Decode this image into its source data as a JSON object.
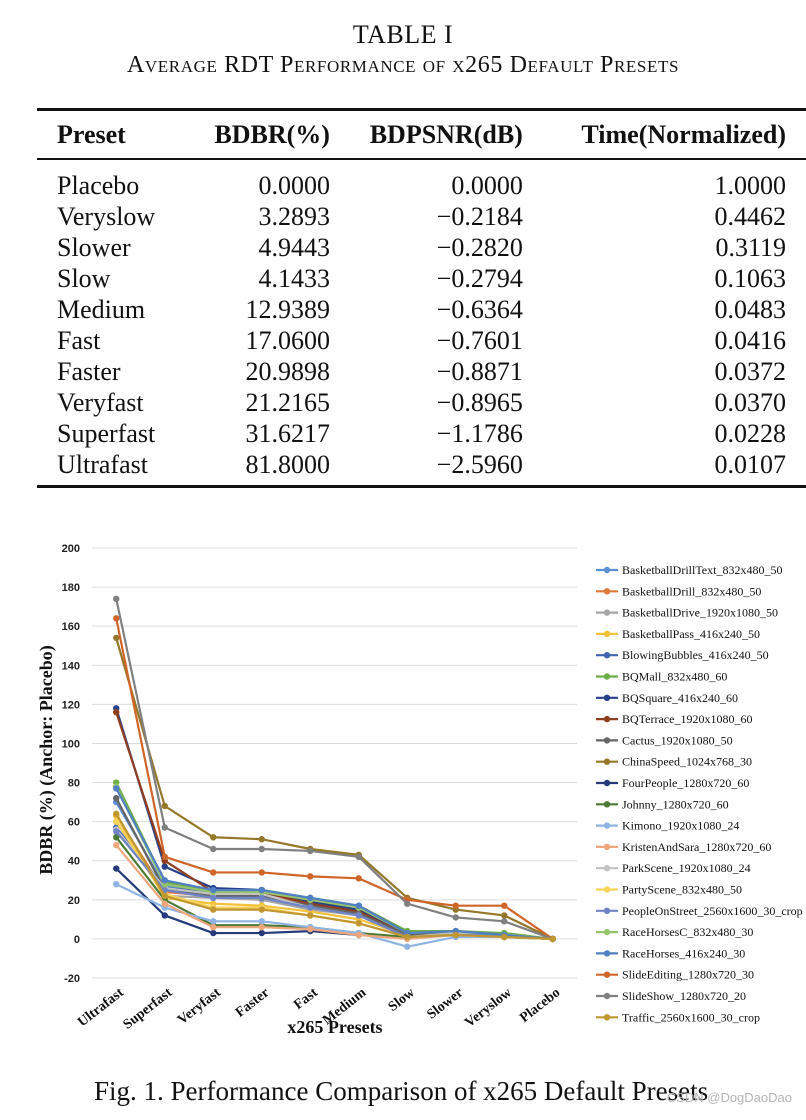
{
  "table": {
    "label": "TABLE I",
    "title": "Average RDT Performance of x265 Default Presets",
    "headers": [
      "Preset",
      "BDBR(%)",
      "BDPSNR(dB)",
      "Time(Normalized)"
    ],
    "rows": [
      [
        "Placebo",
        "0.0000",
        "0.0000",
        "1.0000"
      ],
      [
        "Veryslow",
        "3.2893",
        "−0.2184",
        "0.4462"
      ],
      [
        "Slower",
        "4.9443",
        "−0.2820",
        "0.3119"
      ],
      [
        "Slow",
        "4.1433",
        "−0.2794",
        "0.1063"
      ],
      [
        "Medium",
        "12.9389",
        "−0.6364",
        "0.0483"
      ],
      [
        "Fast",
        "17.0600",
        "−0.7601",
        "0.0416"
      ],
      [
        "Faster",
        "20.9898",
        "−0.8871",
        "0.0372"
      ],
      [
        "Veryfast",
        "21.2165",
        "−0.8965",
        "0.0370"
      ],
      [
        "Superfast",
        "31.6217",
        "−1.1786",
        "0.0228"
      ],
      [
        "Ultrafast",
        "81.8000",
        "−2.5960",
        "0.0107"
      ]
    ]
  },
  "chart_data": {
    "type": "line",
    "title": "",
    "xlabel": "x265 Presets",
    "ylabel": "BDBR (%) (Anchor: Placebo)",
    "ylim": [
      -20,
      200
    ],
    "yticks": [
      -20,
      0,
      20,
      40,
      60,
      80,
      100,
      120,
      140,
      160,
      180,
      200
    ],
    "grid": true,
    "legend_position": "right",
    "categories": [
      "Ultrafast",
      "Superfast",
      "Veryfast",
      "Faster",
      "Fast",
      "Medium",
      "Slow",
      "Slower",
      "Veryslow",
      "Placebo"
    ],
    "series": [
      {
        "name": "BasketballDrillText_832x480_50",
        "color": "#5b8fd6",
        "values": [
          70,
          27,
          25,
          24,
          20,
          16,
          4,
          4,
          2,
          0
        ]
      },
      {
        "name": "BasketballDrill_832x480_50",
        "color": "#e0783a",
        "values": [
          63,
          24,
          22,
          22,
          18,
          14,
          3,
          3,
          2,
          0
        ]
      },
      {
        "name": "BasketballDrive_1920x1080_50",
        "color": "#a5a5a5",
        "values": [
          60,
          22,
          21,
          20,
          15,
          12,
          2,
          3,
          2,
          0
        ]
      },
      {
        "name": "BasketballPass_416x240_50",
        "color": "#f3c13a",
        "values": [
          63,
          21,
          18,
          17,
          14,
          10,
          2,
          2,
          1,
          0
        ]
      },
      {
        "name": "BlowingBubbles_416x240_50",
        "color": "#3f64b0",
        "values": [
          57,
          26,
          24,
          24,
          18,
          16,
          2,
          3,
          2,
          0
        ]
      },
      {
        "name": "BQMall_832x480_60",
        "color": "#6dae47",
        "values": [
          80,
          29,
          24,
          25,
          21,
          17,
          4,
          4,
          3,
          0
        ]
      },
      {
        "name": "BQSquare_416x240_60",
        "color": "#26418a",
        "values": [
          118,
          37,
          26,
          25,
          19,
          15,
          2,
          4,
          2,
          0
        ]
      },
      {
        "name": "BQTerrace_1920x1080_60",
        "color": "#8f3f1f",
        "values": [
          116,
          40,
          24,
          24,
          18,
          14,
          2,
          3,
          2,
          0
        ]
      },
      {
        "name": "Cactus_1920x1080_50",
        "color": "#656565",
        "values": [
          72,
          25,
          22,
          22,
          17,
          13,
          2,
          3,
          2,
          0
        ]
      },
      {
        "name": "ChinaSpeed_1024x768_30",
        "color": "#957729",
        "values": [
          154,
          68,
          52,
          51,
          46,
          43,
          21,
          15,
          12,
          0
        ]
      },
      {
        "name": "FourPeople_1280x720_60",
        "color": "#243a7a",
        "values": [
          36,
          12,
          3,
          3,
          4,
          2,
          1,
          2,
          1,
          0
        ]
      },
      {
        "name": "Johnny_1280x720_60",
        "color": "#4b7a35",
        "values": [
          52,
          20,
          7,
          7,
          6,
          3,
          1,
          2,
          1,
          0
        ]
      },
      {
        "name": "Kimono_1920x1080_24",
        "color": "#8eb4e4",
        "values": [
          28,
          16,
          9,
          9,
          6,
          3,
          -4,
          1,
          1,
          0
        ]
      },
      {
        "name": "KristenAndSara_1280x720_60",
        "color": "#eea77c",
        "values": [
          48,
          18,
          6,
          6,
          5,
          2,
          0,
          2,
          1,
          0
        ]
      },
      {
        "name": "ParkScene_1920x1080_24",
        "color": "#c3c3c3",
        "values": [
          56,
          26,
          23,
          23,
          16,
          12,
          1,
          3,
          2,
          0
        ]
      },
      {
        "name": "PartyScene_832x480_50",
        "color": "#f7d35a",
        "values": [
          60,
          23,
          16,
          16,
          12,
          8,
          1,
          2,
          1,
          0
        ]
      },
      {
        "name": "PeopleOnStreet_2560x1600_30_crop",
        "color": "#6f84c6",
        "values": [
          55,
          25,
          21,
          21,
          16,
          12,
          1,
          2,
          2,
          0
        ]
      },
      {
        "name": "RaceHorsesC_832x480_30",
        "color": "#95c46a",
        "values": [
          78,
          28,
          24,
          24,
          20,
          16,
          3,
          4,
          2,
          0
        ]
      },
      {
        "name": "RaceHorses_416x240_30",
        "color": "#4f7fc4",
        "values": [
          77,
          30,
          25,
          25,
          21,
          17,
          3,
          4,
          2,
          0
        ]
      },
      {
        "name": "SlideEditing_1280x720_30",
        "color": "#d0652a",
        "values": [
          164,
          42,
          34,
          34,
          32,
          31,
          20,
          17,
          17,
          0
        ]
      },
      {
        "name": "SlideShow_1280x720_20",
        "color": "#808080",
        "values": [
          174,
          57,
          46,
          46,
          45,
          42,
          18,
          11,
          9,
          0
        ]
      },
      {
        "name": "Traffic_2560x1600_30_crop",
        "color": "#bf9630",
        "values": [
          64,
          22,
          15,
          15,
          12,
          8,
          1,
          2,
          1,
          0
        ]
      }
    ]
  },
  "caption": "Fig. 1.  Performance Comparison of x265 Default Presets",
  "watermark": "CSDN @DogDaoDao"
}
